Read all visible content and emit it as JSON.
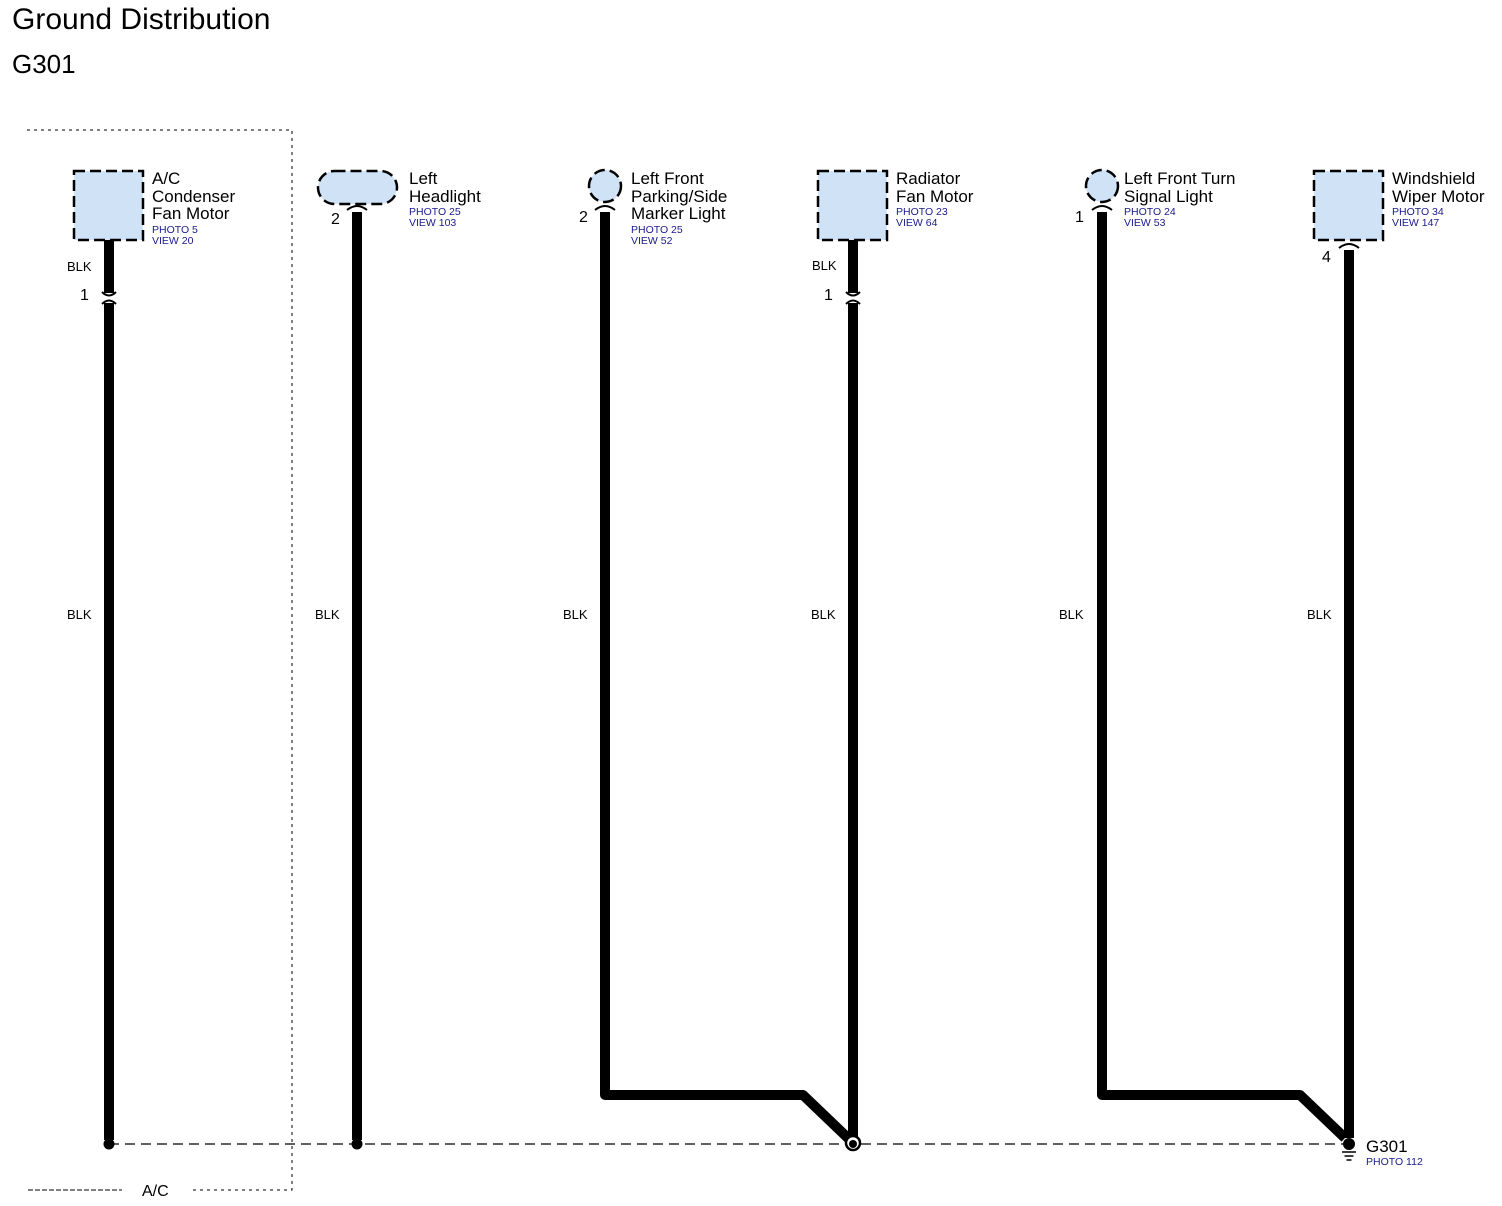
{
  "page": {
    "title": "Ground Distribution",
    "subtitle": "G301"
  },
  "box": {
    "label": "A/C"
  },
  "components": [
    {
      "id": "ac-condenser-fan-motor",
      "name_lines": [
        "A/C",
        "Condenser",
        "Fan Motor"
      ],
      "ref_lines": [
        "PHOTO 5",
        "VIEW 20"
      ],
      "pin": "1",
      "shape": "square",
      "wire_labels": [
        "BLK",
        "BLK"
      ]
    },
    {
      "id": "left-headlight",
      "name_lines": [
        "Left",
        "Headlight"
      ],
      "ref_lines": [
        "PHOTO 25",
        "VIEW 103"
      ],
      "pin": "2",
      "shape": "pill",
      "wire_labels": [
        "BLK"
      ]
    },
    {
      "id": "left-front-parking-side-marker-light",
      "name_lines": [
        "Left Front",
        "Parking/Side",
        "Marker Light"
      ],
      "ref_lines": [
        "PHOTO 25",
        "VIEW 52"
      ],
      "pin": "2",
      "shape": "circle",
      "wire_labels": [
        "BLK"
      ]
    },
    {
      "id": "radiator-fan-motor",
      "name_lines": [
        "Radiator",
        "Fan Motor"
      ],
      "ref_lines": [
        "PHOTO 23",
        "VIEW 64"
      ],
      "pin": "1",
      "shape": "square",
      "wire_labels": [
        "BLK",
        "BLK"
      ]
    },
    {
      "id": "left-front-turn-signal-light",
      "name_lines": [
        "Left Front Turn",
        "Signal Light"
      ],
      "ref_lines": [
        "PHOTO 24",
        "VIEW 53"
      ],
      "pin": "1",
      "shape": "circle",
      "wire_labels": [
        "BLK"
      ]
    },
    {
      "id": "windshield-wiper-motor",
      "name_lines": [
        "Windshield",
        "Wiper Motor"
      ],
      "ref_lines": [
        "PHOTO 34",
        "VIEW 147"
      ],
      "pin": "4",
      "shape": "square",
      "wire_labels": [
        "BLK"
      ]
    }
  ],
  "ground": {
    "name": "G301",
    "ref": "PHOTO 112",
    "icon": "ground-icon"
  },
  "colors": {
    "component_fill": "#cfe2f6",
    "ref_text": "#1a1a8c",
    "wire": "#000000"
  }
}
